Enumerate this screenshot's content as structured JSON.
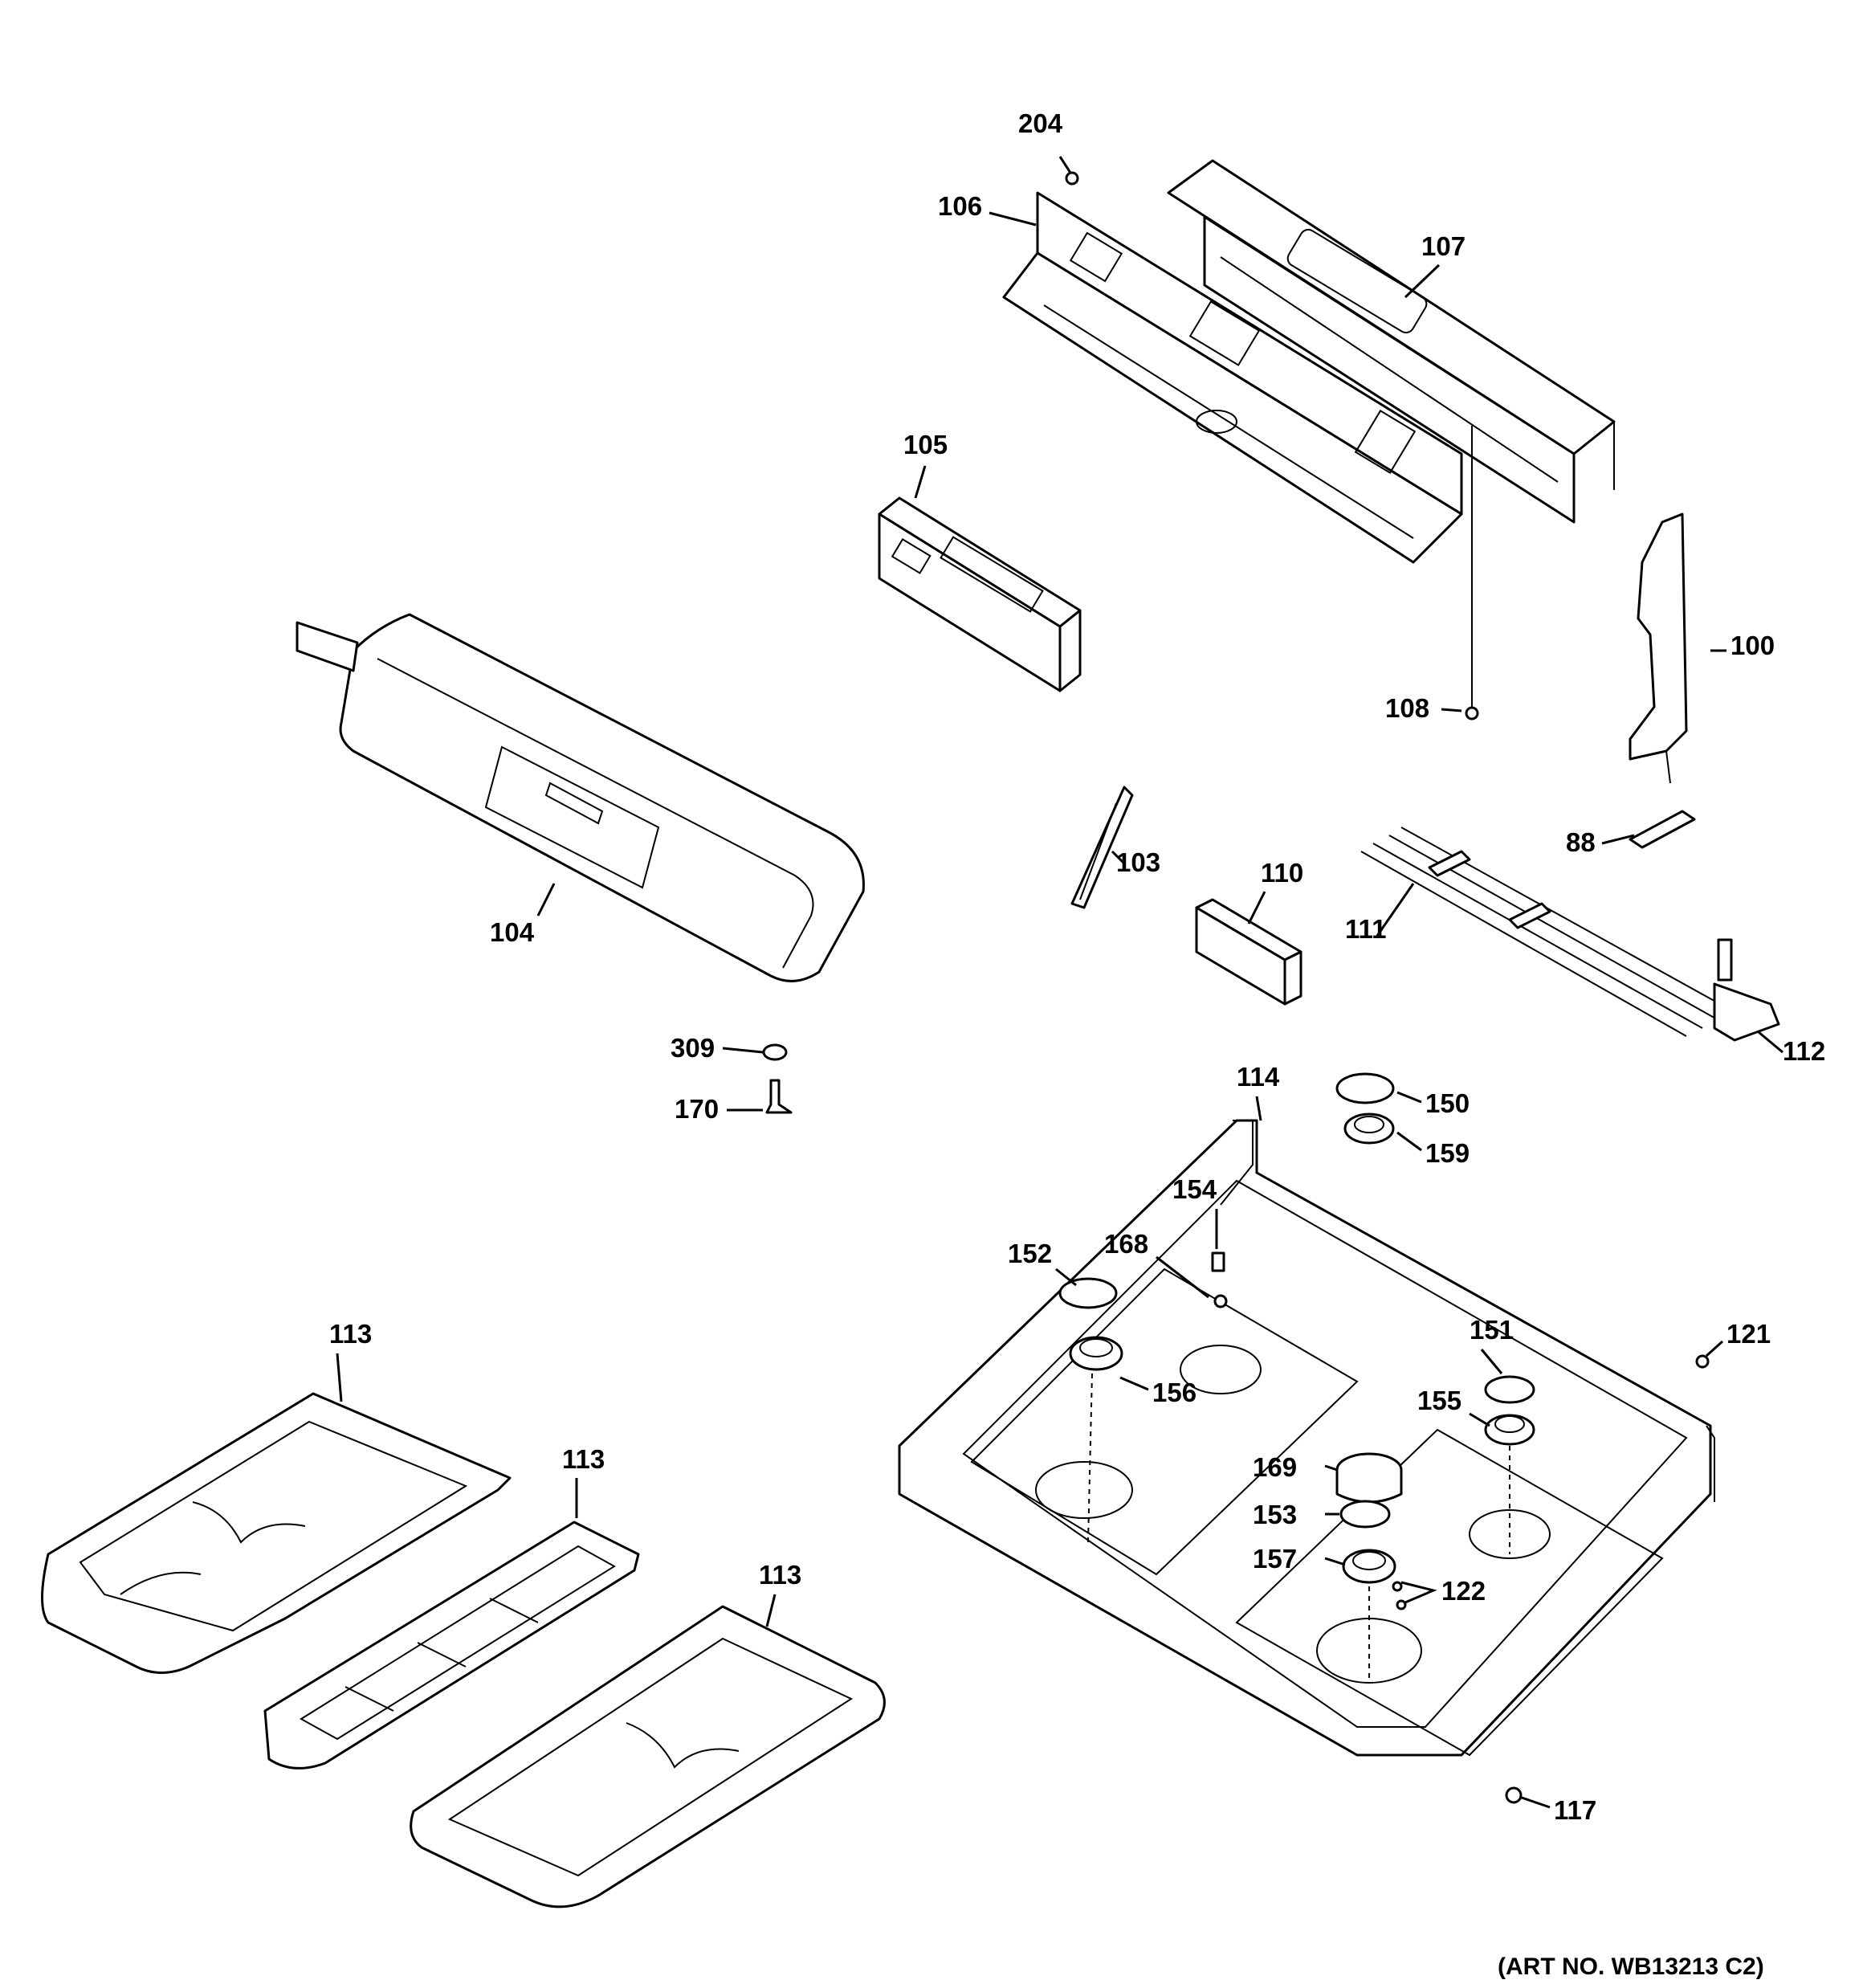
{
  "art_number": "(ART NO. WB13213 C2)",
  "callouts": {
    "p204": "204",
    "p106": "106",
    "p107": "107",
    "p105": "105",
    "p108": "108",
    "p100": "100",
    "p88": "88",
    "p104": "104",
    "p103": "103",
    "p110": "110",
    "p111": "111",
    "p112": "112",
    "p309": "309",
    "p170": "170",
    "p114": "114",
    "p150": "150",
    "p159": "159",
    "p154": "154",
    "p168": "168",
    "p152": "152",
    "p113a": "113",
    "p113b": "113",
    "p113c": "113",
    "p156": "156",
    "p121": "121",
    "p151": "151",
    "p155": "155",
    "p169": "169",
    "p153": "153",
    "p157": "157",
    "p122": "122",
    "p117": "117"
  }
}
